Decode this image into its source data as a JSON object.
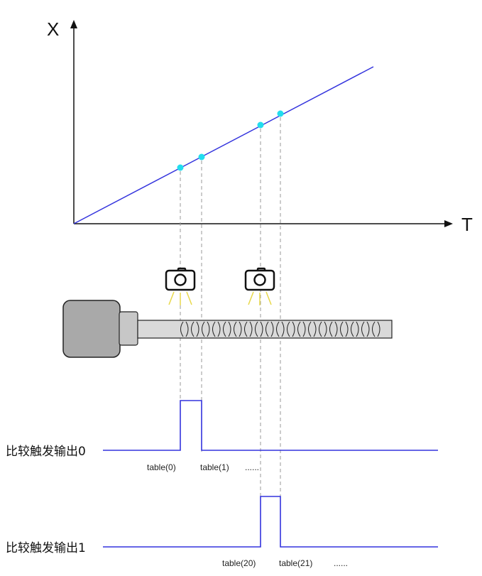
{
  "axes": {
    "x_label": "X",
    "t_label": "T"
  },
  "signals": [
    {
      "label": "比较触发输出0",
      "annotations": [
        "table(0)",
        "table(1)",
        "......"
      ]
    },
    {
      "label": "比较触发输出1",
      "annotations": [
        "table(20)",
        "table(21)",
        "......"
      ]
    }
  ],
  "colors": {
    "line": "#3333dd",
    "points": "#22ddee",
    "guides": "#9a9a9a",
    "rays": "#e8d84a",
    "motor": "#a9a9a9",
    "screw": "#d9d9d9"
  },
  "icons": [
    "camera-icon",
    "camera-icon"
  ]
}
